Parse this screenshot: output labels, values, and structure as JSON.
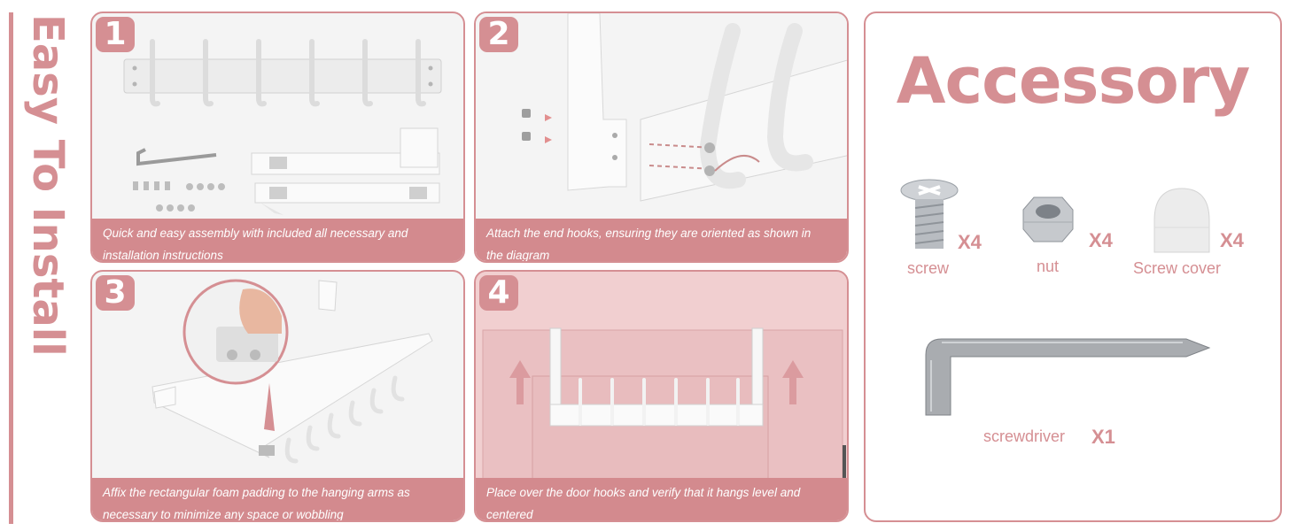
{
  "side_title": "Easy To Install",
  "steps": [
    {
      "number": "1",
      "caption_line1": "Quick and easy assembly with included all necessary and",
      "caption_line2": "installation instructions"
    },
    {
      "number": "2",
      "caption_line1": "Attach the end hooks, ensuring they are oriented as shown in",
      "caption_line2": "the diagram"
    },
    {
      "number": "3",
      "caption_line1": "Affix the rectangular foam padding to the hanging arms as",
      "caption_line2": "necessary to minimize any space or wobbling"
    },
    {
      "number": "4",
      "caption_line1": "Place over the door hooks and verify that it hangs level and",
      "caption_line2": "centered"
    }
  ],
  "accessory": {
    "title": "Accessory",
    "items": [
      {
        "label": "screw",
        "qty": "X4"
      },
      {
        "label": "nut",
        "qty": "X4"
      },
      {
        "label": "Screw cover",
        "qty": "X4"
      },
      {
        "label": "screwdriver",
        "qty": "X1"
      }
    ]
  },
  "colors": {
    "accent": "#d58f93",
    "caption_bg": "#d38a8e",
    "door_pink": "#f1cfd0"
  }
}
